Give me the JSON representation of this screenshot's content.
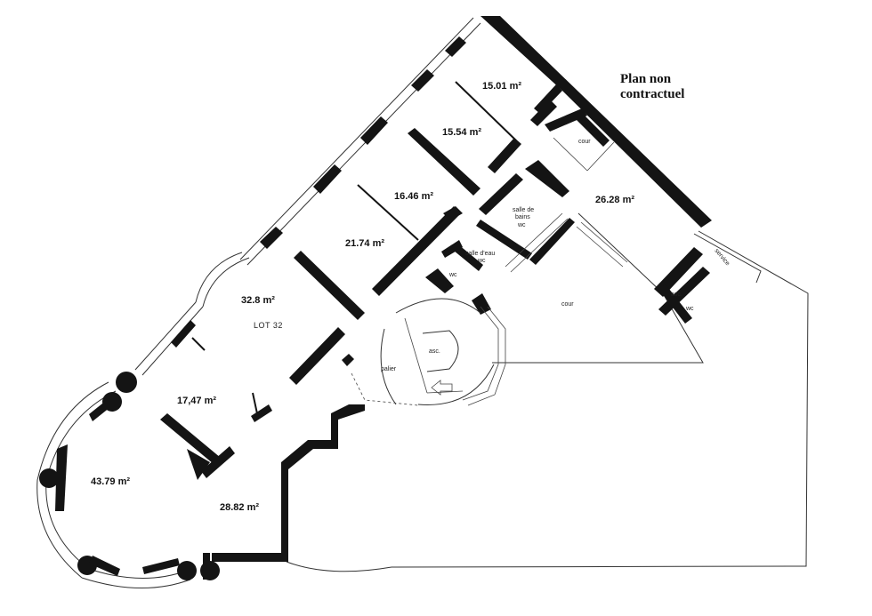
{
  "note": {
    "line1": "Plan non",
    "line2": "contractuel"
  },
  "lot": "LOT 32",
  "rooms": {
    "r1501": "15.01 m²",
    "r1554": "15.54 m²",
    "r1646": "16.46 m²",
    "r2174": "21.74 m²",
    "r3280": "32.8 m²",
    "r1747": "17,47 m²",
    "r4379": "43.79 m²",
    "r2882": "28.82 m²",
    "r2628": "26.28 m²"
  },
  "labels": {
    "cour_small": "cour",
    "cour_big": "cour",
    "salle_de_bains_1": "salle de",
    "salle_de_bains_2": "bains",
    "salle_de_bains_3": "wc",
    "salle_eau_1": "salle d'eau",
    "salle_eau_2": "wc",
    "wc_small": "wc",
    "asc_main": "asc.",
    "palier": "palier",
    "asc_side": "asc.",
    "wc_side": "wc",
    "service": "service"
  }
}
